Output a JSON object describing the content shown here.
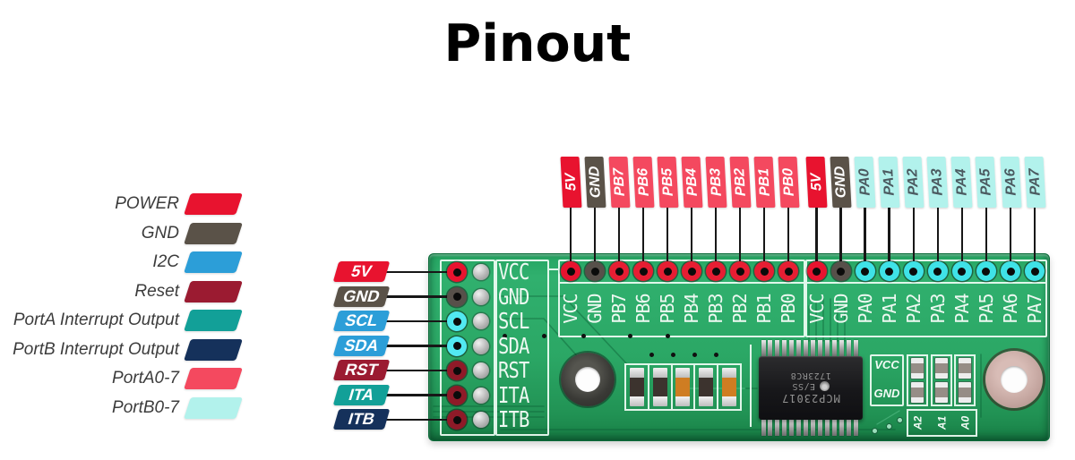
{
  "title": "Pinout",
  "legend": [
    {
      "label": "POWER",
      "color": "#e8132f"
    },
    {
      "label": "GND",
      "color": "#5a5248"
    },
    {
      "label": "I2C",
      "color": "#2c9ed8"
    },
    {
      "label": "Reset",
      "color": "#9b1b31"
    },
    {
      "label": "PortA Interrupt Output",
      "color": "#12a098"
    },
    {
      "label": "PortB Interrupt Output",
      "color": "#15315b"
    },
    {
      "label": "PortA0-7",
      "color": "#f4495f"
    },
    {
      "label": "PortB0-7",
      "color": "#b2f2ec"
    }
  ],
  "board": {
    "left_pins": [
      {
        "tag": "5V",
        "silk": "VCC",
        "tag_bg": "#e8132f",
        "tag_fg": "#ffffff",
        "hole": "#e8132f"
      },
      {
        "tag": "GND",
        "silk": "GND",
        "tag_bg": "#5a5248",
        "tag_fg": "#ffffff",
        "hole": "#57504a"
      },
      {
        "tag": "SCL",
        "silk": "SCL",
        "tag_bg": "#2c9ed8",
        "tag_fg": "#ffffff",
        "hole": "#52e9f1"
      },
      {
        "tag": "SDA",
        "silk": "SDA",
        "tag_bg": "#2c9ed8",
        "tag_fg": "#ffffff",
        "hole": "#52e9f1"
      },
      {
        "tag": "RST",
        "silk": "RST",
        "tag_bg": "#9b1b31",
        "tag_fg": "#ffffff",
        "hole": "#8e1a28"
      },
      {
        "tag": "ITA",
        "silk": "ITA",
        "tag_bg": "#12a098",
        "tag_fg": "#ffffff",
        "hole": "#8e1a28"
      },
      {
        "tag": "ITB",
        "silk": "ITB",
        "tag_bg": "#15315b",
        "tag_fg": "#ffffff",
        "hole": "#8e1a28"
      }
    ],
    "top_pins": [
      {
        "tag": "5V",
        "silk": "VCC",
        "tag_bg": "#e8132f",
        "tag_fg": "#ffffff",
        "hole": "#e8132f"
      },
      {
        "tag": "GND",
        "silk": "GND",
        "tag_bg": "#5a5248",
        "tag_fg": "#ffffff",
        "hole": "#57504a"
      },
      {
        "tag": "PB7",
        "silk": "PB7",
        "tag_bg": "#f4495f",
        "tag_fg": "#ffffff",
        "hole": "#e61e33"
      },
      {
        "tag": "PB6",
        "silk": "PB6",
        "tag_bg": "#f4495f",
        "tag_fg": "#ffffff",
        "hole": "#e61e33"
      },
      {
        "tag": "PB5",
        "silk": "PB5",
        "tag_bg": "#f4495f",
        "tag_fg": "#ffffff",
        "hole": "#e61e33"
      },
      {
        "tag": "PB4",
        "silk": "PB4",
        "tag_bg": "#f4495f",
        "tag_fg": "#ffffff",
        "hole": "#e61e33"
      },
      {
        "tag": "PB3",
        "silk": "PB3",
        "tag_bg": "#f4495f",
        "tag_fg": "#ffffff",
        "hole": "#e61e33"
      },
      {
        "tag": "PB2",
        "silk": "PB2",
        "tag_bg": "#f4495f",
        "tag_fg": "#ffffff",
        "hole": "#e61e33"
      },
      {
        "tag": "PB1",
        "silk": "PB1",
        "tag_bg": "#f4495f",
        "tag_fg": "#ffffff",
        "hole": "#e61e33"
      },
      {
        "tag": "PB0",
        "silk": "PB0",
        "tag_bg": "#f4495f",
        "tag_fg": "#ffffff",
        "hole": "#e61e33"
      },
      {
        "tag": "5V",
        "silk": "VCC",
        "tag_bg": "#e8132f",
        "tag_fg": "#ffffff",
        "hole": "#e8132f"
      },
      {
        "tag": "GND",
        "silk": "GND",
        "tag_bg": "#5a5248",
        "tag_fg": "#ffffff",
        "hole": "#57504a"
      },
      {
        "tag": "PA0",
        "silk": "PA0",
        "tag_bg": "#b2f2ec",
        "tag_fg": "#4b5a60",
        "hole": "#3fe2e7"
      },
      {
        "tag": "PA1",
        "silk": "PA1",
        "tag_bg": "#b2f2ec",
        "tag_fg": "#4b5a60",
        "hole": "#3fe2e7"
      },
      {
        "tag": "PA2",
        "silk": "PA2",
        "tag_bg": "#b2f2ec",
        "tag_fg": "#4b5a60",
        "hole": "#3fe2e7"
      },
      {
        "tag": "PA3",
        "silk": "PA3",
        "tag_bg": "#b2f2ec",
        "tag_fg": "#4b5a60",
        "hole": "#3fe2e7"
      },
      {
        "tag": "PA4",
        "silk": "PA4",
        "tag_bg": "#b2f2ec",
        "tag_fg": "#4b5a60",
        "hole": "#3fe2e7"
      },
      {
        "tag": "PA5",
        "silk": "PA5",
        "tag_bg": "#b2f2ec",
        "tag_fg": "#4b5a60",
        "hole": "#3fe2e7"
      },
      {
        "tag": "PA6",
        "silk": "PA6",
        "tag_bg": "#b2f2ec",
        "tag_fg": "#4b5a60",
        "hole": "#3fe2e7"
      },
      {
        "tag": "PA7",
        "silk": "PA7",
        "tag_bg": "#b2f2ec",
        "tag_fg": "#4b5a60",
        "hole": "#3fe2e7"
      }
    ],
    "chip": {
      "part": "MCP23017",
      "grade": "E/SS",
      "lot": "1723RC8"
    },
    "addr": {
      "vcc_label": "VCC",
      "gnd_label": "GND",
      "jumpers": [
        "A2",
        "A1",
        "A0"
      ]
    },
    "icons": {
      "chip_logo": "microchip-logo"
    },
    "colors": {
      "pcb_green": "#2aa765",
      "silkscreen": "#edf8f1"
    }
  }
}
